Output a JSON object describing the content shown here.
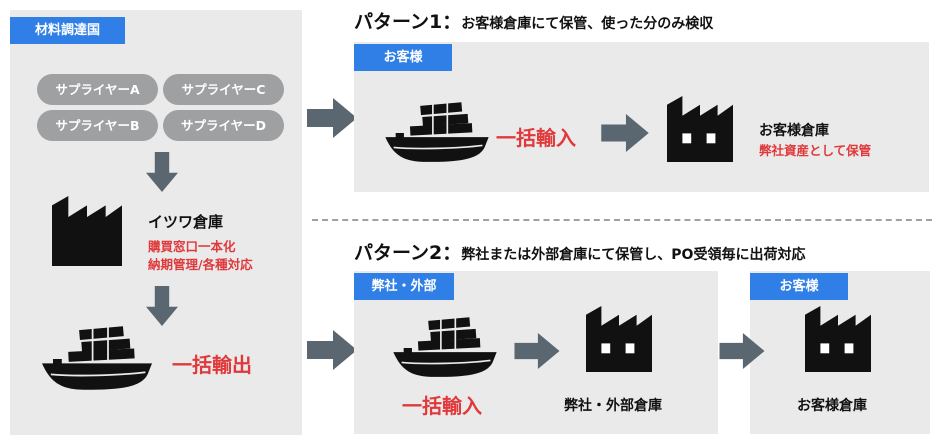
{
  "source": {
    "tag": "材料調達国",
    "suppliers": [
      "サプライヤーA",
      "サプライヤーC",
      "サプライヤーB",
      "サプライヤーD"
    ],
    "warehouse_name": "イツワ倉庫",
    "warehouse_note_1": "購買窓口一本化",
    "warehouse_note_2": "納期管理/各種対応",
    "export_label": "一括輸出"
  },
  "pattern1": {
    "title_big": "パターン1：",
    "title_small": "お客様倉庫にて保管、使った分のみ検収",
    "tag": "お客様",
    "import_label": "一括輸入",
    "warehouse_name": "お客様倉庫",
    "warehouse_note": "弊社資産として保管"
  },
  "pattern2": {
    "title_big": "パターン2：",
    "title_small": "弊社または外部倉庫にて保管し、PO受領毎に出荷対応",
    "tag_left": "弊社・外部",
    "tag_right": "お客様",
    "import_label": "一括輸入",
    "warehouse_left": "弊社・外部倉庫",
    "warehouse_right": "お客様倉庫"
  },
  "colors": {
    "panel": "#eaeaea",
    "tag": "#2f7fe6",
    "accent_red": "#e0393b",
    "arrow": "#5b6770",
    "pill": "#9fa0a1"
  },
  "icons": {
    "factory": "factory-icon",
    "ship": "cargo-ship-icon",
    "arrow": "arrow-right-icon"
  }
}
